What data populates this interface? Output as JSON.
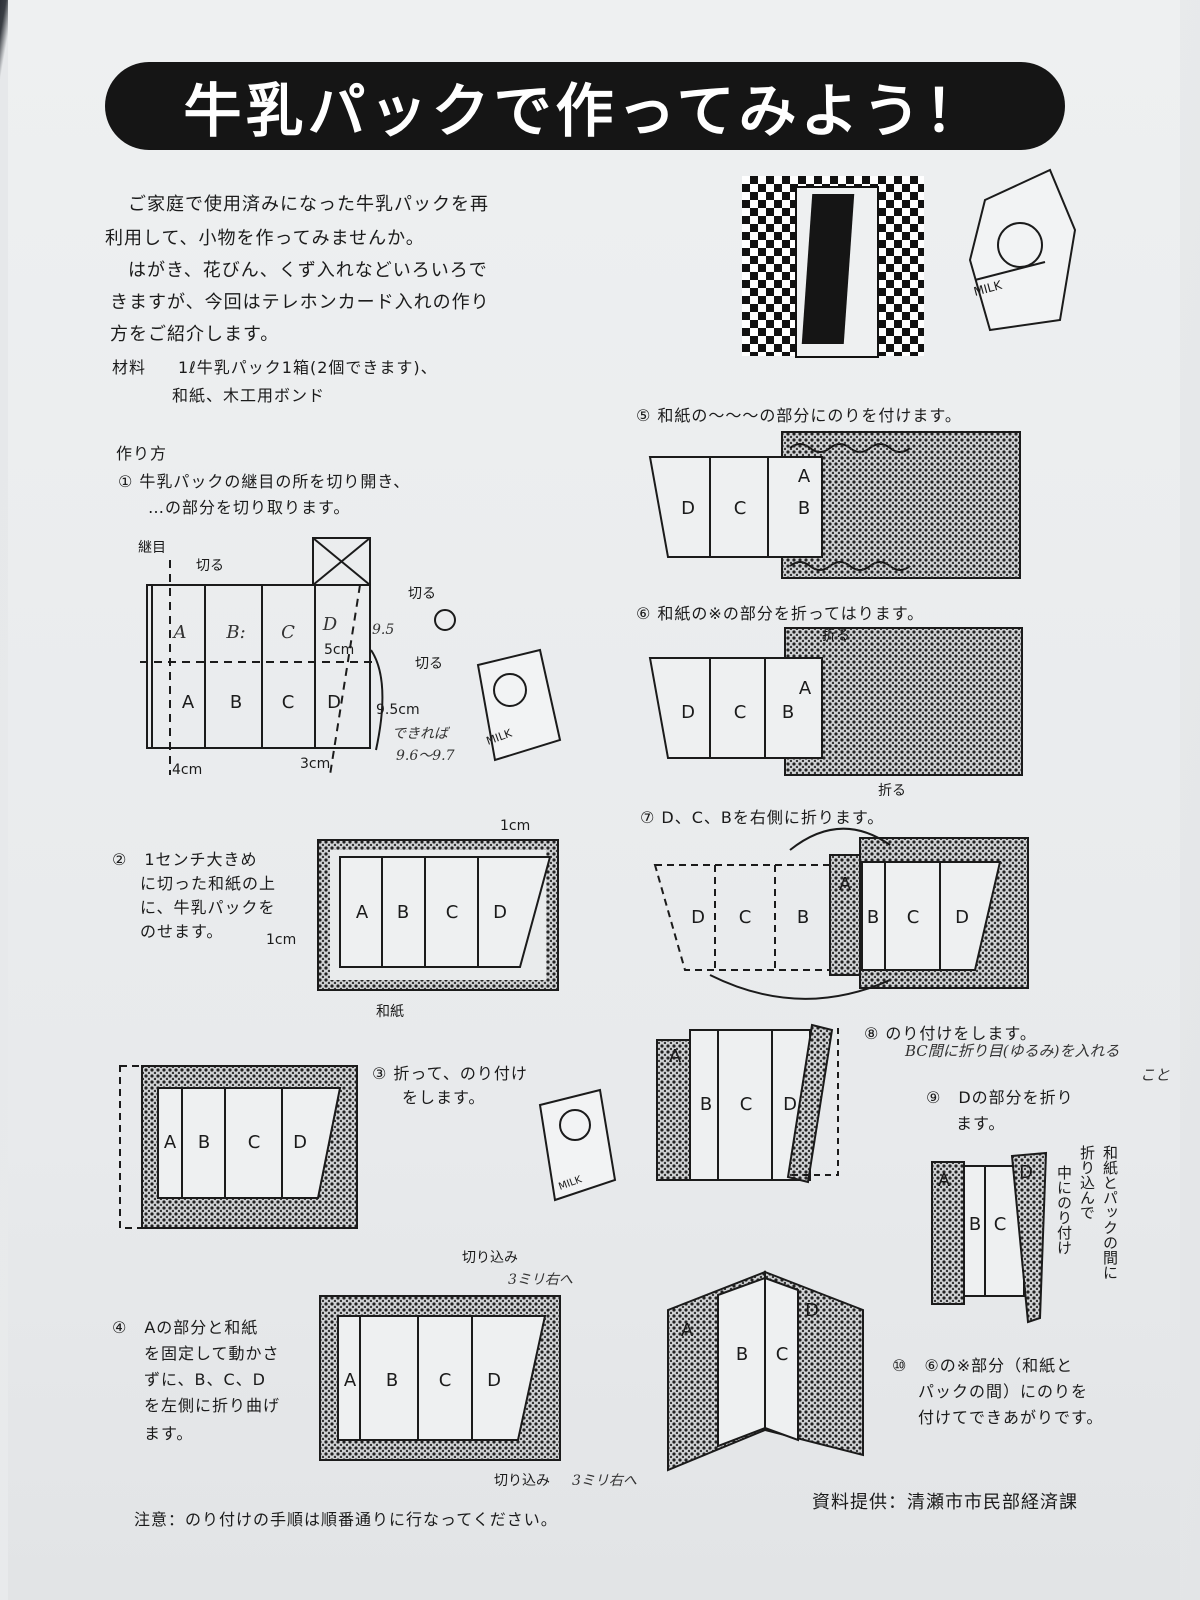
{
  "title": "牛乳パックで作ってみよう！",
  "intro": [
    "ご家庭で使用済みになった牛乳パックを再",
    "利用して、小物を作ってみませんか。",
    "はがき、花びん、くず入れなどいろいろで",
    "きますが、今回はテレホンカード入れの作り",
    "方をご紹介します。"
  ],
  "materials": {
    "label": "材料",
    "line1": "1ℓ牛乳パック1箱(2個できます)、",
    "line2": "和紙、木工用ボンド"
  },
  "howto_heading": "作り方",
  "steps": {
    "s1": [
      "① 牛乳パックの継目の所を切り開き、",
      "…の部分を切り取ります。"
    ],
    "s2": [
      "②　1センチ大きめ",
      "に切った和紙の上",
      "に、牛乳パックを",
      "のせます。"
    ],
    "s3": [
      "③ 折って、のり付け",
      "をします。"
    ],
    "s4": [
      "④　Aの部分と和紙",
      "を固定して動かさ",
      "ずに、B、C、D",
      "を左側に折り曲げ",
      "ます。"
    ],
    "s5": "⑤ 和紙の〜〜〜の部分にのりを付けます。",
    "s6": "⑥ 和紙の※の部分を折ってはります。",
    "s7": "⑦ D、C、Bを右側に折ります。",
    "s8": "⑧ のり付けをします。",
    "s9": [
      "⑨　Dの部分を折り",
      "ます。"
    ],
    "s10": [
      "⑩　⑥の※部分（和紙と",
      "パックの間）にのりを",
      "付けてできあがりです。"
    ]
  },
  "panels": {
    "A": "A",
    "B": "B",
    "C": "C",
    "D": "D",
    "Bdots": "B:"
  },
  "labels": {
    "seam": "継目",
    "cut": "切る",
    "five_cm": "5cm",
    "nine5_cm": "9.5cm",
    "nine5": "9.5",
    "four_cm": "4cm",
    "three_cm": "3cm",
    "one_cm": "1cm",
    "washi": "和紙",
    "fold": "折る",
    "notch": "切り込み",
    "step9_note": [
      "和紙とパックの間に",
      "折り込んで",
      "中にのり付け"
    ]
  },
  "handwritten": {
    "if_possible": "できれば",
    "range": "9.6〜9.7",
    "bc_fold": "BC間に折り目(ゆるみ)を入れる",
    "koto": "こと",
    "shift_right": "3ミリ右へ"
  },
  "footer": {
    "note": "注意：のり付けの手順は順番通りに行なってください。",
    "credit": "資料提供：清瀬市市民部経済課"
  },
  "milk_label": "MILK"
}
